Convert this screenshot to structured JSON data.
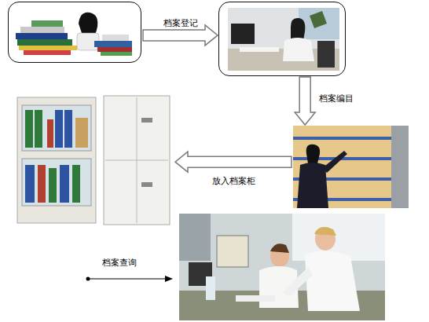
{
  "diagram": {
    "nodes": [
      {
        "text": []
      },
      {
        "text": []
      },
      {
        "text": []
      },
      {
        "text": []
      },
      {
        "text": []
      }
    ],
    "edges": [
      {
        "from": 0,
        "to": 1,
        "arrow": "to",
        "label": "档案登记"
      },
      {
        "from": 1,
        "to": 2,
        "arrow": "to",
        "label": "档案编目"
      },
      {
        "from": 2,
        "to": 3,
        "arrow": "to",
        "label": "放入档案柜"
      }
    ],
    "labels": [
      "档案查询"
    ]
  }
}
